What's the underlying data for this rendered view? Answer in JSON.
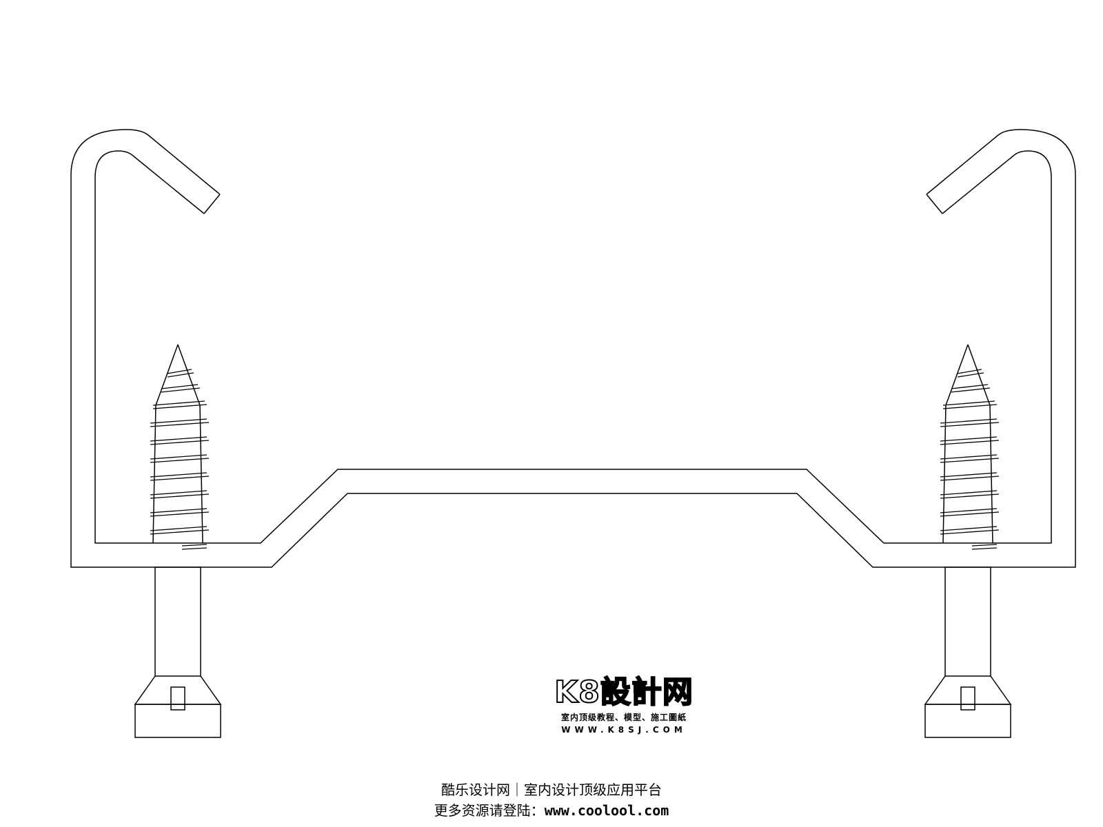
{
  "watermark": {
    "logo": "K8設計网",
    "tagline": "室内顶级教程、模型、施工圖紙",
    "url": "WWW.K8SJ.COM"
  },
  "footer": {
    "line1": "酷乐设计网｜室内设计顶级应用平台",
    "line2_prefix": "更多资源请登陆：",
    "line2_url": "www.coolool.com"
  }
}
